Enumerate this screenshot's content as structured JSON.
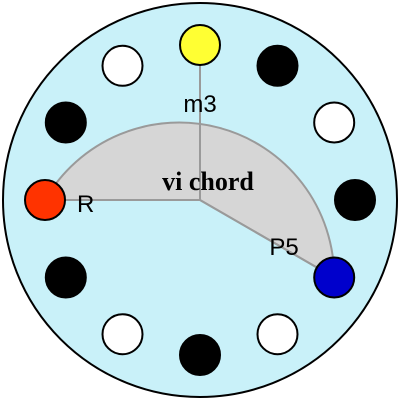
{
  "diagram": {
    "title": "vi chord",
    "colors": {
      "background_disc": "#c9f1f9",
      "chord_sector": "#d6d6d6",
      "outline": "#000000",
      "radius_line": "#9a9a9a",
      "root": "#ff3300",
      "third": "#ffff33",
      "fifth": "#0000cc",
      "white_key": "#ffffff",
      "black_key": "#000000"
    },
    "notes": [
      {
        "step": 0,
        "fill": "#ffff33",
        "label": "m3"
      },
      {
        "step": 1,
        "fill": "#000000",
        "label": ""
      },
      {
        "step": 2,
        "fill": "#ffffff",
        "label": ""
      },
      {
        "step": 3,
        "fill": "#000000",
        "label": ""
      },
      {
        "step": 4,
        "fill": "#0000cc",
        "label": "P5"
      },
      {
        "step": 5,
        "fill": "#ffffff",
        "label": ""
      },
      {
        "step": 6,
        "fill": "#000000",
        "label": ""
      },
      {
        "step": 7,
        "fill": "#ffffff",
        "label": ""
      },
      {
        "step": 8,
        "fill": "#000000",
        "label": ""
      },
      {
        "step": 9,
        "fill": "#ff3300",
        "label": "R"
      },
      {
        "step": 10,
        "fill": "#000000",
        "label": ""
      },
      {
        "step": 11,
        "fill": "#ffffff",
        "label": ""
      }
    ],
    "chord_steps": [
      9,
      0,
      4
    ]
  }
}
